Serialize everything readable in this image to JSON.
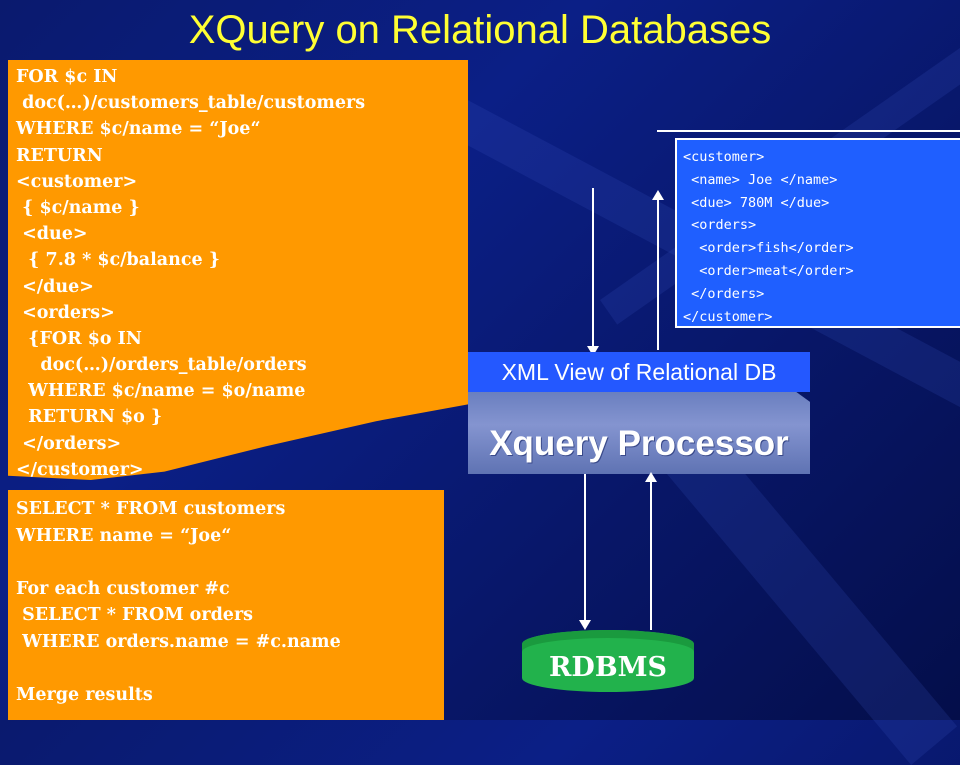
{
  "title": "XQuery on Relational Databases",
  "xquery_lines": [
    "FOR $c IN",
    " doc(…)/customers_table/customers",
    "WHERE $c/name = “Joe“",
    "RETURN",
    "<customer>",
    " { $c/name }",
    " <due>",
    "  { 7.8 * $c/balance }",
    " </due>",
    " <orders>",
    "  {FOR $o IN",
    "    doc(…)/orders_table/orders",
    "  WHERE $c/name = $o/name",
    "  RETURN $o }",
    " </orders>",
    "</customer>"
  ],
  "sql_lines": [
    "SELECT * FROM customers",
    "WHERE name = “Joe“",
    "",
    "For each customer #c",
    " SELECT * FROM orders",
    " WHERE orders.name = #c.name",
    "",
    "Merge results"
  ],
  "xml_result_lines": [
    "<customer>",
    " <name> Joe </name>",
    " <due> 780M </due>",
    " <orders>",
    "  <order>fish</order>",
    "  <order>meat</order>",
    " </orders>",
    "</customer>"
  ],
  "xml_view_label": "XML View of Relational DB",
  "processor_label": "Xquery Processor",
  "rdbms_label": "RDBMS",
  "colors": {
    "background": "#0b1f86",
    "title": "#ffff33",
    "code_box": "#ff9900",
    "xml_box": "#1f5fff",
    "rdbms": "#22b24c"
  }
}
